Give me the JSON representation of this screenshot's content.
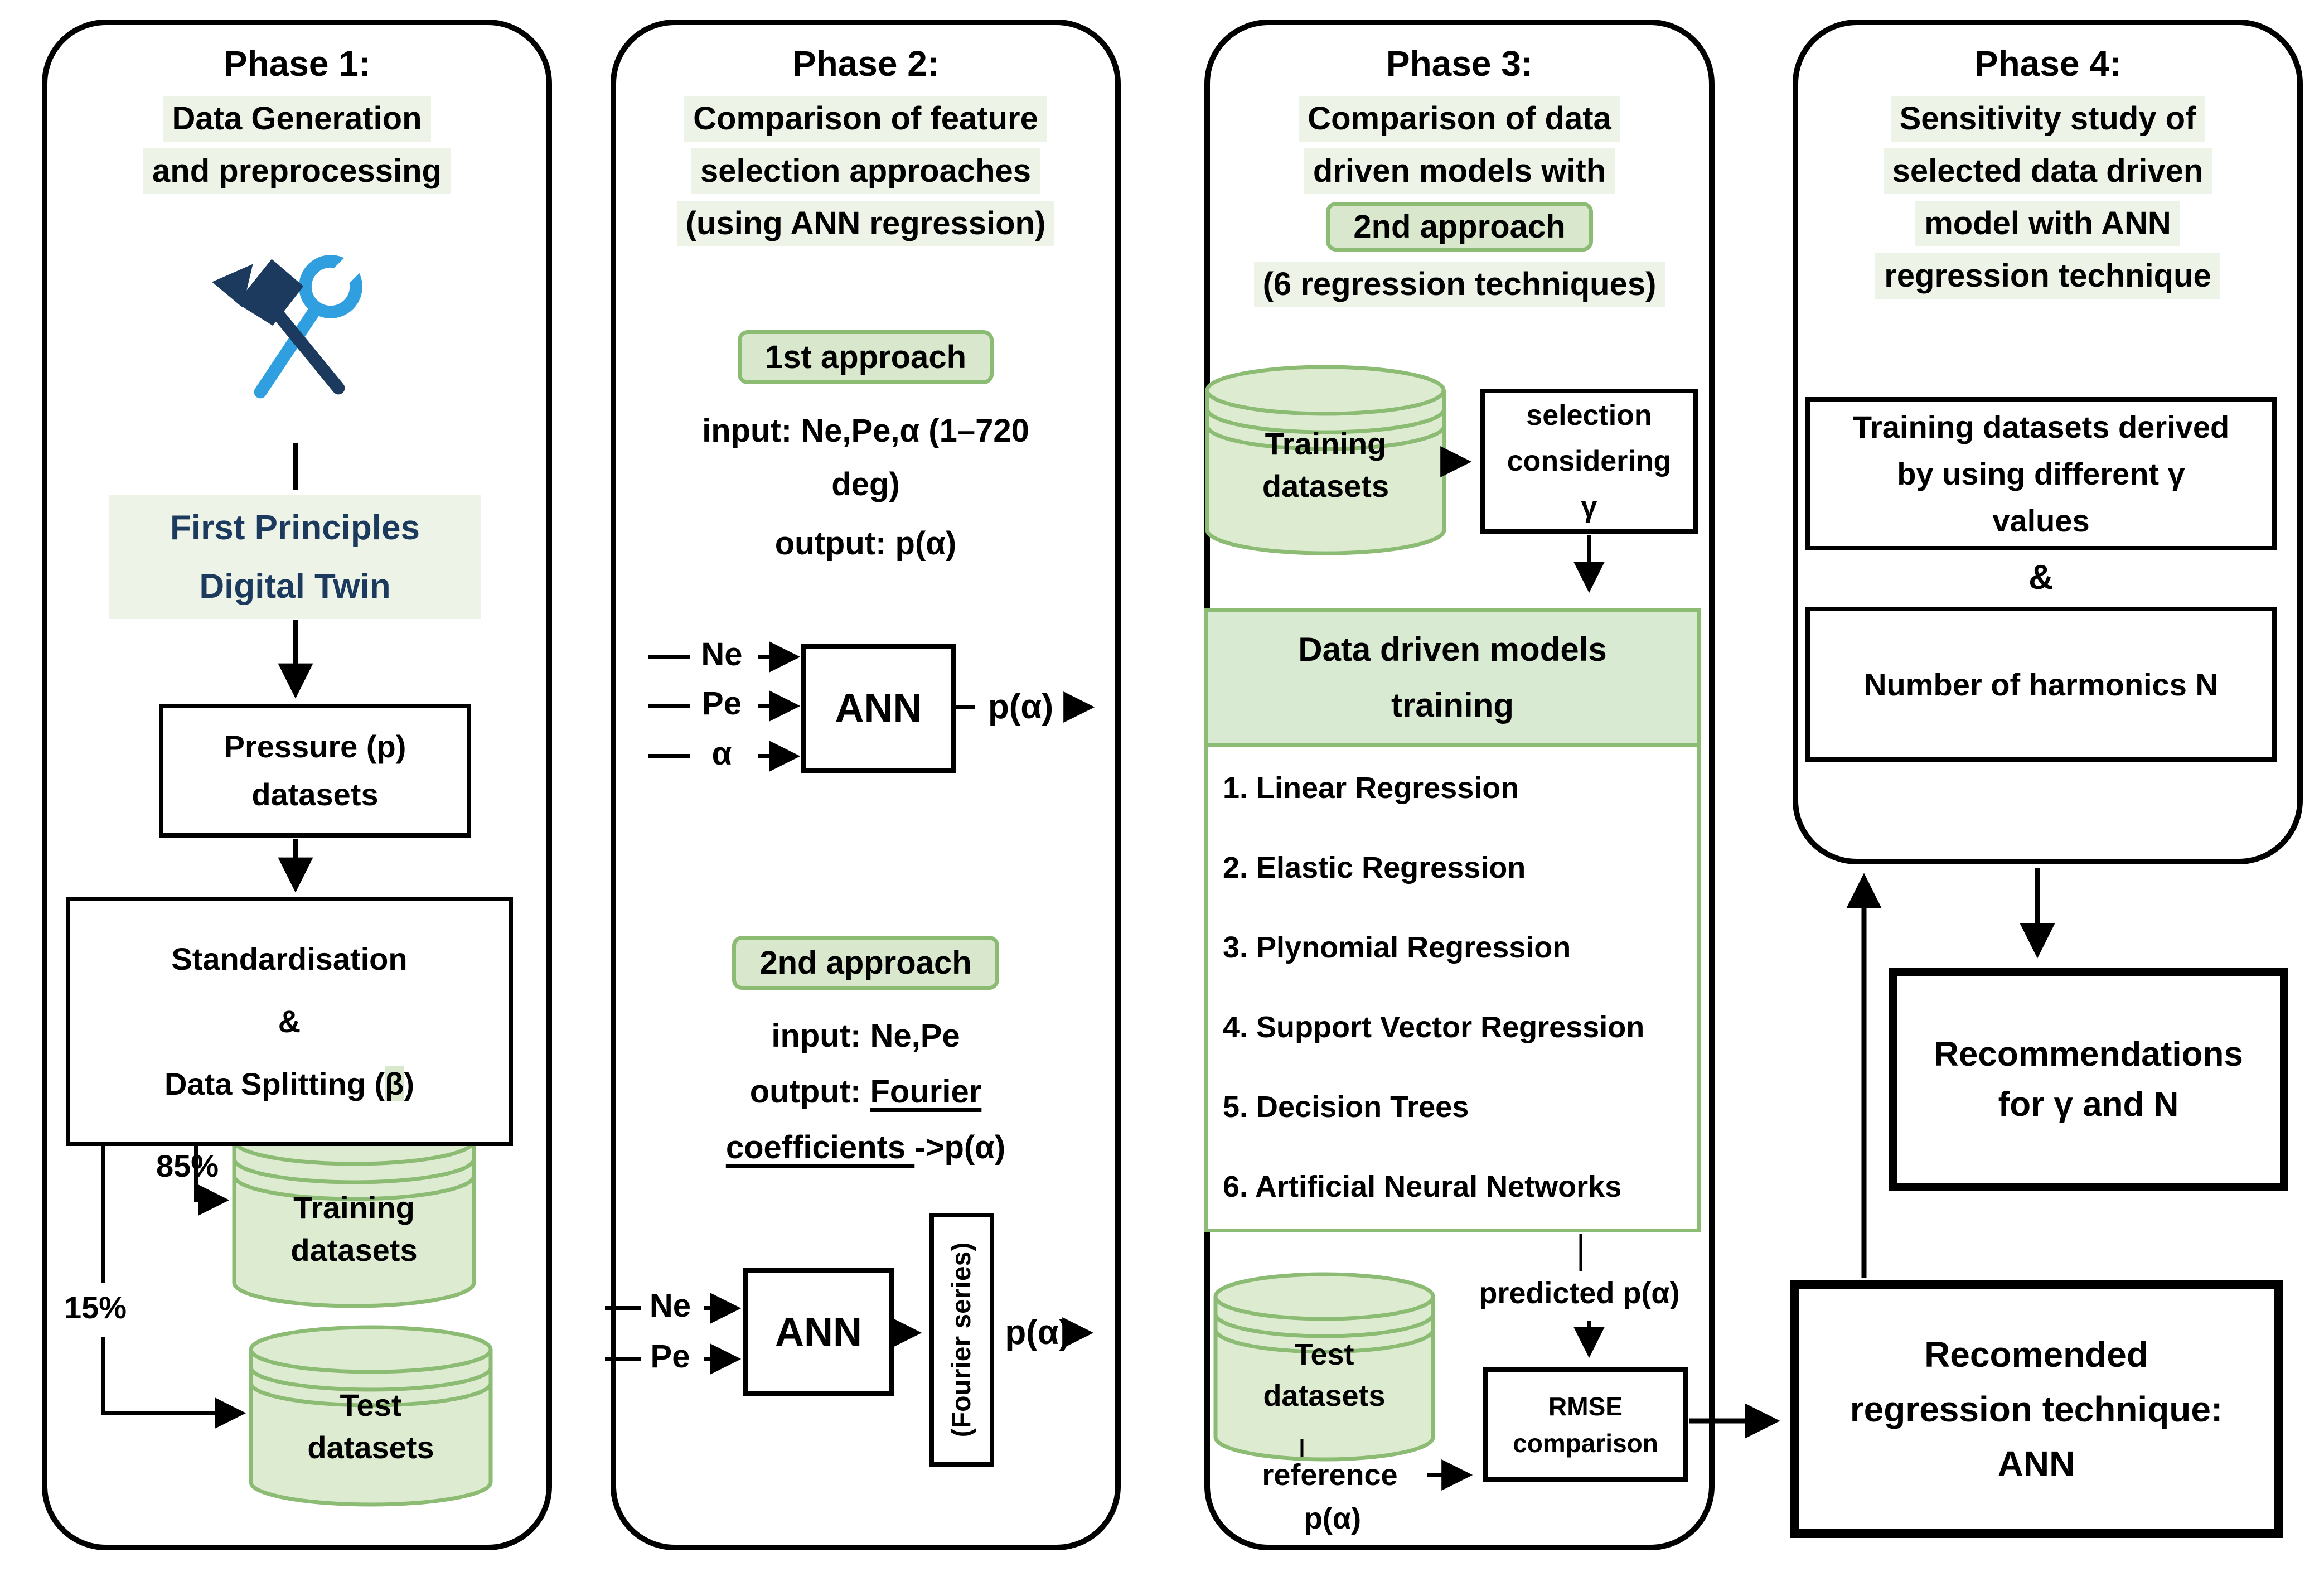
{
  "colors": {
    "green_border": "#8cbb74",
    "green_fill": "#d9e8cc",
    "models_header_fill": "#d9ead3",
    "highlight": "#eef3e8",
    "cylinder_fill": "#ddebd0",
    "navy_text": "#1c3a5e",
    "wrench_blue": "#2f9fe0"
  },
  "phase1": {
    "title": "Phase 1:",
    "subtitle_line1": "Data Generation",
    "subtitle_line2": "and preprocessing",
    "digital_twin_line1": "First Principles",
    "digital_twin_line2": "Digital Twin",
    "pressure_line1": "Pressure (p)",
    "pressure_line2": "datasets",
    "std_line1": "Standardisation",
    "std_line2": "&",
    "std_line3_pre": "Data Splitting (",
    "std_line3_beta": "β",
    "std_line3_post": ")",
    "split_train_pct": "85%",
    "split_test_pct": "15%",
    "training_line1": "Training",
    "training_line2": "datasets",
    "test_line1": "Test",
    "test_line2": "datasets"
  },
  "phase2": {
    "title": "Phase 2:",
    "subtitle_line1": "Comparison of feature",
    "subtitle_line2": "selection approaches",
    "subtitle_line3": "(using ANN regression)",
    "approach1": {
      "badge": "1st approach",
      "io_line1": "input: Ne,Pe,α (1–720",
      "io_line2": "deg)",
      "io_line3": "output: p(α)",
      "input1": "Ne",
      "input2": "Pe",
      "input3": "α",
      "ann": "ANN",
      "output": "p(α)"
    },
    "approach2": {
      "badge": "2nd approach",
      "io_line1": "input: Ne,Pe",
      "io_line2_pre": "output: ",
      "io_line2_underline": "Fourier",
      "io_line3_underline": "coefficients ",
      "io_line3_post": "->p(α)",
      "input1": "Ne",
      "input2": "Pe",
      "ann": "ANN",
      "fourier_label": "(Fourier series)",
      "output": "p(α)"
    }
  },
  "phase3": {
    "title": "Phase 3:",
    "subtitle_line1": "Comparison of data",
    "subtitle_line2": "driven models with",
    "badge": "2nd approach",
    "subtitle_line3": "(6 regression techniques)",
    "training_line1": "Training",
    "training_line2": "datasets",
    "selection_line1": "selection",
    "selection_line2": "considering",
    "selection_line3": "γ",
    "models_header_line1": "Data driven models",
    "models_header_line2": "training",
    "models_items": [
      "1. Linear Regression",
      "2. Elastic Regression",
      "3. Plynomial Regression",
      "4. Support Vector Regression",
      "5. Decision Trees",
      "6. Artificial Neural Networks"
    ],
    "predicted_label": "predicted p(α)",
    "test_line1": "Test",
    "test_line2": "datasets",
    "reference_label": "reference",
    "reference_p": "p(α)",
    "rmse_line1": "RMSE",
    "rmse_line2": "comparison"
  },
  "phase4": {
    "title": "Phase 4:",
    "subtitle_line1": "Sensitivity study of",
    "subtitle_line2": "selected data driven",
    "subtitle_line3": "model with ANN",
    "subtitle_line4": "regression technique",
    "boxA_line1": "Training datasets derived",
    "boxA_line2": "by using different γ",
    "boxA_line3": "values",
    "ampersand": "&",
    "boxB": "Number of harmonics N",
    "rec_line1": "Recommendations",
    "rec_line2": "for γ and N",
    "final_line1": "Recomended",
    "final_line2": "regression technique:",
    "final_line3": "ANN"
  }
}
